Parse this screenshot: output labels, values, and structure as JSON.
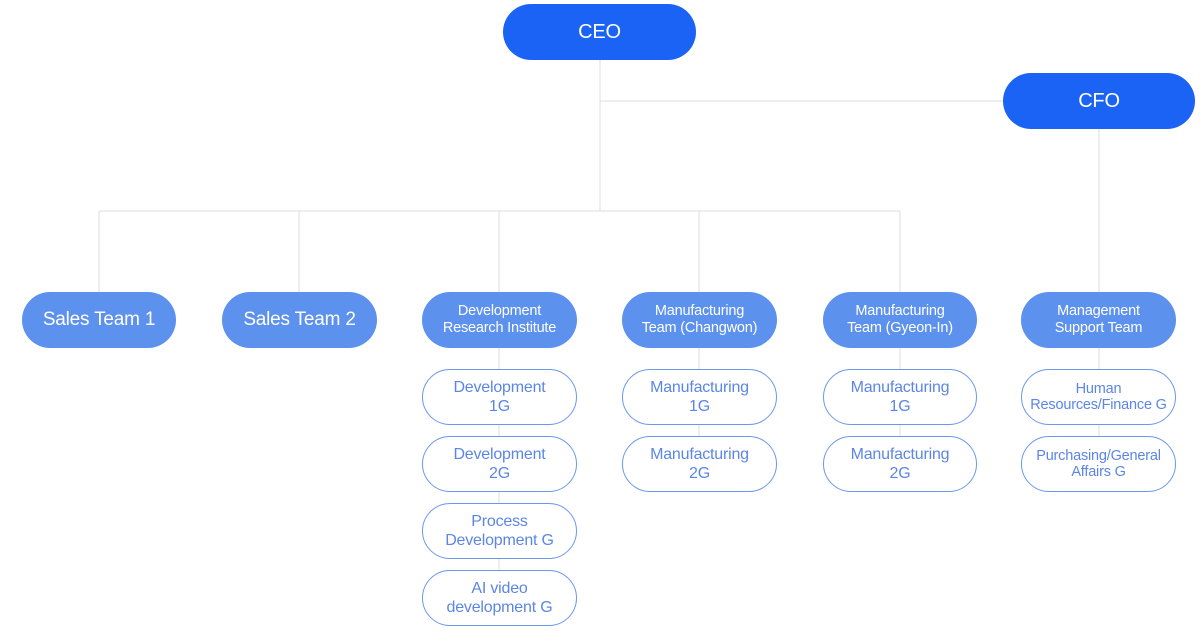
{
  "colors": {
    "executive": "#1a63f5",
    "team": "#5d91ee",
    "group_border": "#6b97ee",
    "group_text": "#5b86e6",
    "connector": "#dcdcdc"
  },
  "org": {
    "ceo": "CEO",
    "cfo": "CFO",
    "teams": [
      {
        "label": "Sales Team 1",
        "groups": []
      },
      {
        "label": "Sales Team 2",
        "groups": []
      },
      {
        "label": "Development\nResearch Institute",
        "groups": [
          "Development\n1G",
          "Development\n2G",
          "Process\nDevelopment G",
          "AI video\ndevelopment G"
        ]
      },
      {
        "label": "Manufacturing\nTeam (Changwon)",
        "groups": [
          "Manufacturing\n1G",
          "Manufacturing\n2G"
        ]
      },
      {
        "label": "Manufacturing\nTeam (Gyeon-In)",
        "groups": [
          "Manufacturing\n1G",
          "Manufacturing\n2G"
        ]
      },
      {
        "label": "Management\nSupport Team",
        "groups": [
          "Human\nResources/Finance G",
          "Purchasing/General\nAffairs G"
        ]
      }
    ]
  }
}
